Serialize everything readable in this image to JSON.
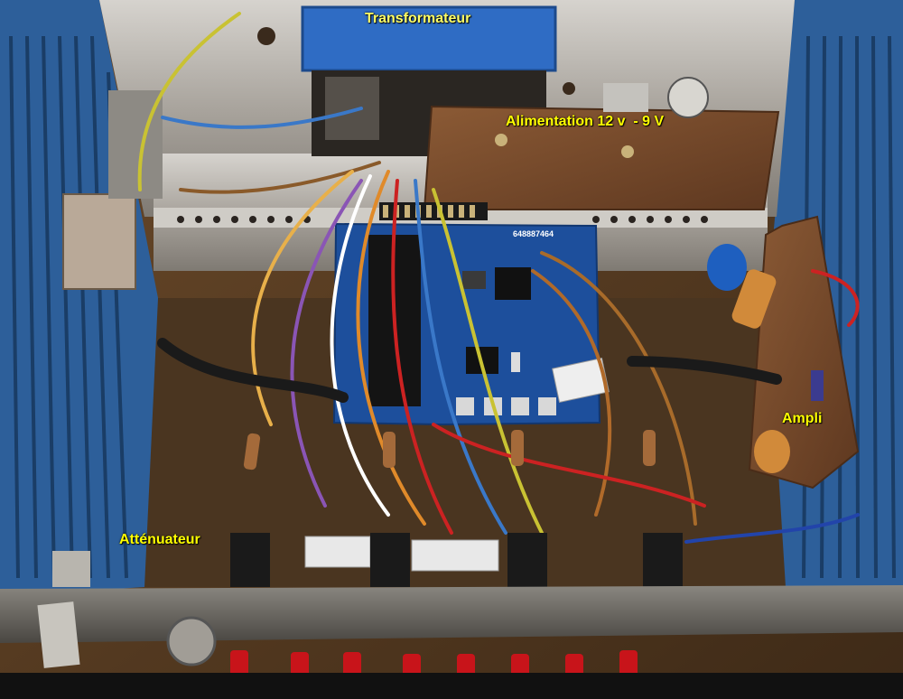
{
  "labels": {
    "transformer": "Transformateur",
    "power_supply": "Alimentation 12 v  - 9 V",
    "amplifier": "Ampli",
    "attenuator": "Atténuateur"
  },
  "board": {
    "phone": "648887464"
  },
  "colors": {
    "label_text": "#ffff00",
    "enclosure_blue": "#2d5f9a",
    "pcb_blue": "#1d4f9c",
    "copper_board": "#7a4a2c",
    "aluminium": "#b8b4ae"
  }
}
